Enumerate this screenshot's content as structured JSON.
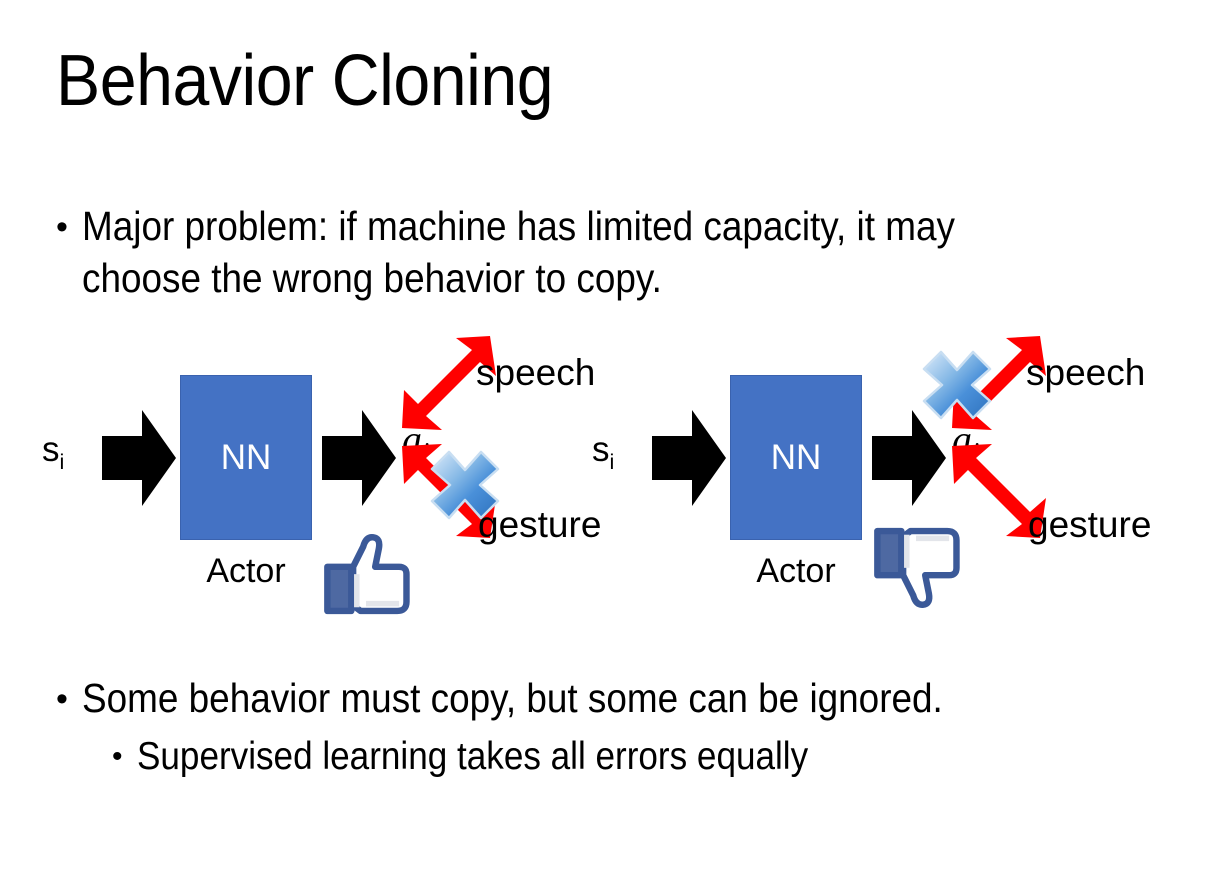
{
  "slide": {
    "title": "Behavior Cloning",
    "background_color": "#FFFFFF"
  },
  "bullets": {
    "top": {
      "marker": "•",
      "text": "Major problem: if machine has limited capacity, it may choose the wrong behavior to copy."
    },
    "bottom_level1": {
      "marker": "•",
      "text": "Some behavior must copy, but some can be ignored."
    },
    "bottom_level2": {
      "marker": "•",
      "text": "Supervised learning takes all errors equally"
    }
  },
  "colors": {
    "nn_box_fill": "#4472C4",
    "nn_box_border": "#3A62AE",
    "nn_label_text": "#FFFFFF",
    "red_arrow": "#FF0000",
    "black_arrow": "#000000",
    "x_mark_blue": "#5B9BD5",
    "thumb_outline": "#3B5998",
    "thumb_cuff": "#4E69A2",
    "thumb_fill": "#FFFFFF"
  },
  "diagrams": [
    {
      "id": "left",
      "state_label": "s",
      "state_subscript": "i",
      "box_label": "NN",
      "box_caption": "Actor",
      "action_label": "a",
      "action_subscript": "i",
      "branches": [
        {
          "name": "speech",
          "label": "speech",
          "crossed_out": false
        },
        {
          "name": "gesture",
          "label": "gesture",
          "crossed_out": true
        }
      ],
      "verdict_icon": "thumbs-up-icon",
      "verdict": "approved"
    },
    {
      "id": "right",
      "state_label": "s",
      "state_subscript": "i",
      "box_label": "NN",
      "box_caption": "Actor",
      "action_label": "a",
      "action_subscript": "i",
      "branches": [
        {
          "name": "speech",
          "label": "speech",
          "crossed_out": true
        },
        {
          "name": "gesture",
          "label": "gesture",
          "crossed_out": false
        }
      ],
      "verdict_icon": "thumbs-down-icon",
      "verdict": "rejected"
    }
  ]
}
